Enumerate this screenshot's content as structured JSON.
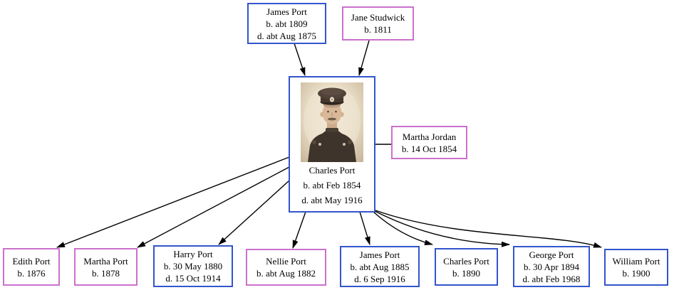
{
  "colors": {
    "male_border": "#3355cb",
    "female_border": "#cc70cc",
    "edge": "#000000",
    "canvas_background": "#ffffff"
  },
  "parents": {
    "father": {
      "name": "James Port",
      "birth": "b. abt 1809",
      "death": "d. abt Aug 1875",
      "gender": "male"
    },
    "mother": {
      "name": "Jane Studwick",
      "birth": "b. 1811",
      "gender": "female"
    }
  },
  "subject": {
    "name": "Charles Port",
    "birth": "b. abt Feb 1854",
    "death": "d. abt May 1916",
    "gender": "male",
    "photo_description": "sepia portrait photo of a man in military uniform with peaked cap"
  },
  "spouse": {
    "name": "Martha Jordan",
    "birth": "b. 14 Oct 1854",
    "gender": "female"
  },
  "children": [
    {
      "name": "Edith Port",
      "birth": "b. 1876",
      "gender": "female"
    },
    {
      "name": "Martha Port",
      "birth": "b. 1878",
      "gender": "female"
    },
    {
      "name": "Harry Port",
      "birth": "b. 30 May 1880",
      "death": "d. 15 Oct 1914",
      "gender": "male"
    },
    {
      "name": "Nellie Port",
      "birth": "b. abt Aug 1882",
      "gender": "female"
    },
    {
      "name": "James Port",
      "birth": "b. abt Aug 1885",
      "death": "d. 6 Sep 1916",
      "gender": "male"
    },
    {
      "name": "Charles Port",
      "birth": "b. 1890",
      "gender": "male"
    },
    {
      "name": "George Port",
      "birth": "b. 30 Apr 1894",
      "death": "d. abt Feb 1968",
      "gender": "male"
    },
    {
      "name": "William Port",
      "birth": "b. 1900",
      "gender": "male"
    }
  ]
}
